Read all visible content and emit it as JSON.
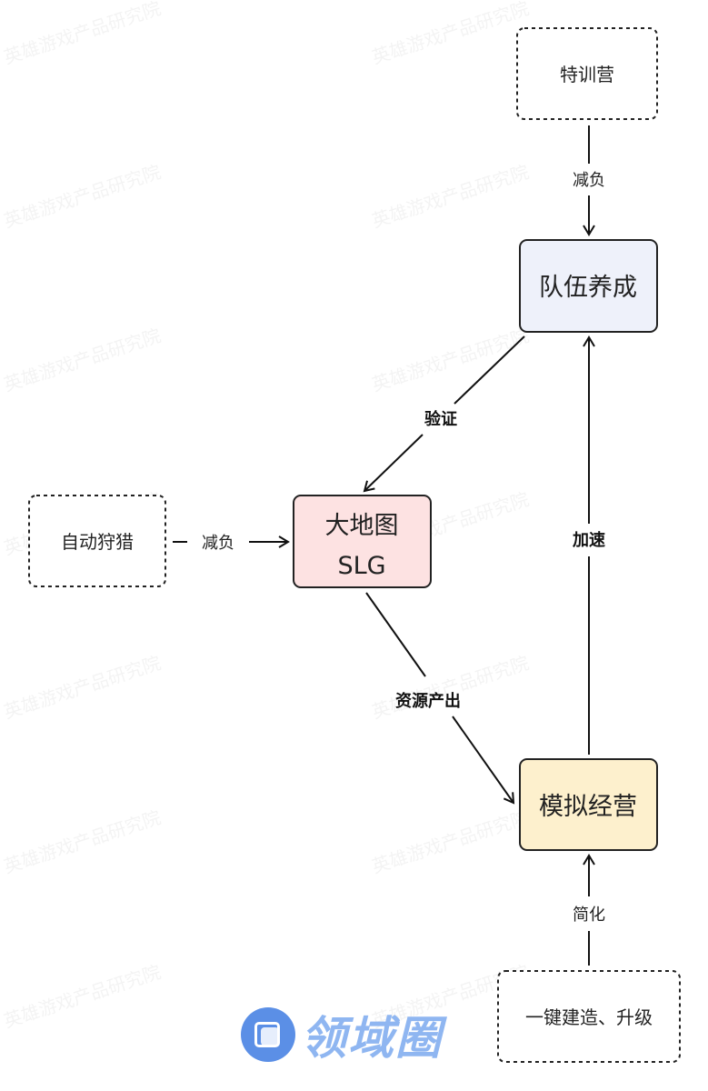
{
  "watermark": "英雄游戏产品研究院",
  "nodes": {
    "training_camp": "特训营",
    "team_building": "队伍养成",
    "big_map_line1": "大地图",
    "big_map_line2": "SLG",
    "auto_hunt": "自动狩猎",
    "sim_management": "模拟经营",
    "one_click_build": "一键建造、升级"
  },
  "edges": {
    "training_to_team": "减负",
    "team_to_map": "验证",
    "hunt_to_map": "减负",
    "map_to_sim": "资源产出",
    "sim_to_team": "加速",
    "build_to_sim": "简化"
  },
  "logo_text": "领域圈",
  "colors": {
    "team_fill": "#eef1fa",
    "map_fill": "#fde2e2",
    "sim_fill": "#fdf0cd",
    "logo": "#5b8fe6"
  }
}
